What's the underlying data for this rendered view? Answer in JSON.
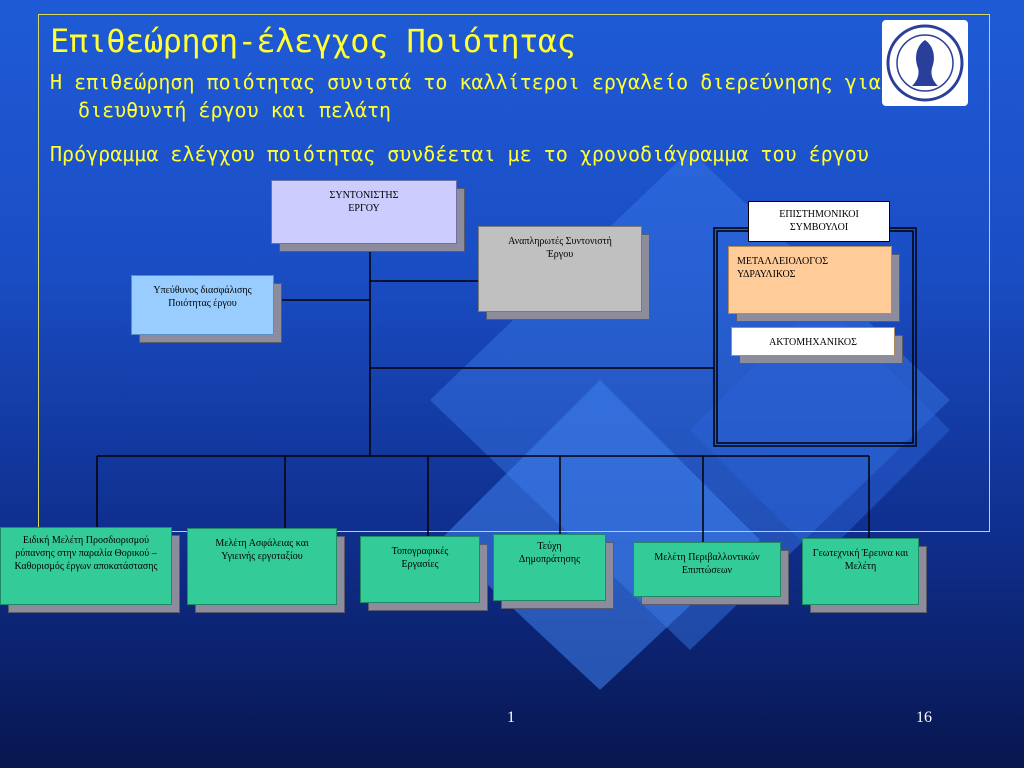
{
  "slide": {
    "title": "Επιθεώρηση-έλεγχος Ποιότητας",
    "bullet_1": "Η επιθεώρηση ποιότητας συνιστά το καλλίτεροι εργαλείο διερεύνησης για διευθυντή έργου και πελάτη",
    "bullet_2": "Πρόγραμμα ελέγχου ποιότητας συνδέεται με το χρονοδιάγραμμα του έργου",
    "page_left": "1",
    "page_right": "16"
  },
  "org": {
    "coordinator": "ΣΥΝΤΟΝΙΣΤΗΣ ΕΡΓΟΥ",
    "deputy": "Αναπληρωτές Συντονιστή Έργου",
    "qa": "Υπεύθυνος διασφάλισης Ποιότητας έργου",
    "advisors_header": "ΕΠΙΣΤΗΜΟΝΙΚΟΙ ΣΥΜΒΟΥΛΟΙ",
    "advisor_1": "ΜΕΤΑΛΛΕΙΟΛΟΓΟΣ ΥΔΡΑΥΛΙΚΟΣ",
    "advisor_2": "ΑΚΤΟΜΗΧΑΝΙΚΟΣ",
    "units": [
      "Ειδική Μελέτη Προσδιορισμού ρύπανσης στην παραλία Θορικού – Καθορισμός έργων αποκατάστασης",
      "Μελέτη Ασφάλειας και Υγιεινής εργοταξίου",
      "Τοπογραφικές Εργασίες",
      "Τεύχη Δημοπράτησης",
      "Μελέτη Περιβαλλοντικών Επιπτώσεων",
      "Γεωτεχνική Έρευνα και Μελέτη"
    ]
  },
  "colors": {
    "title": "#ffff33",
    "coordinator_fill": "#ccccff",
    "deputy_fill": "#c0c0c0",
    "qa_fill": "#99ccff",
    "advisor_fill": "#ffcc99",
    "unit_fill": "#33cc99"
  },
  "icons": {
    "logo": "ntua-seal-logo"
  }
}
